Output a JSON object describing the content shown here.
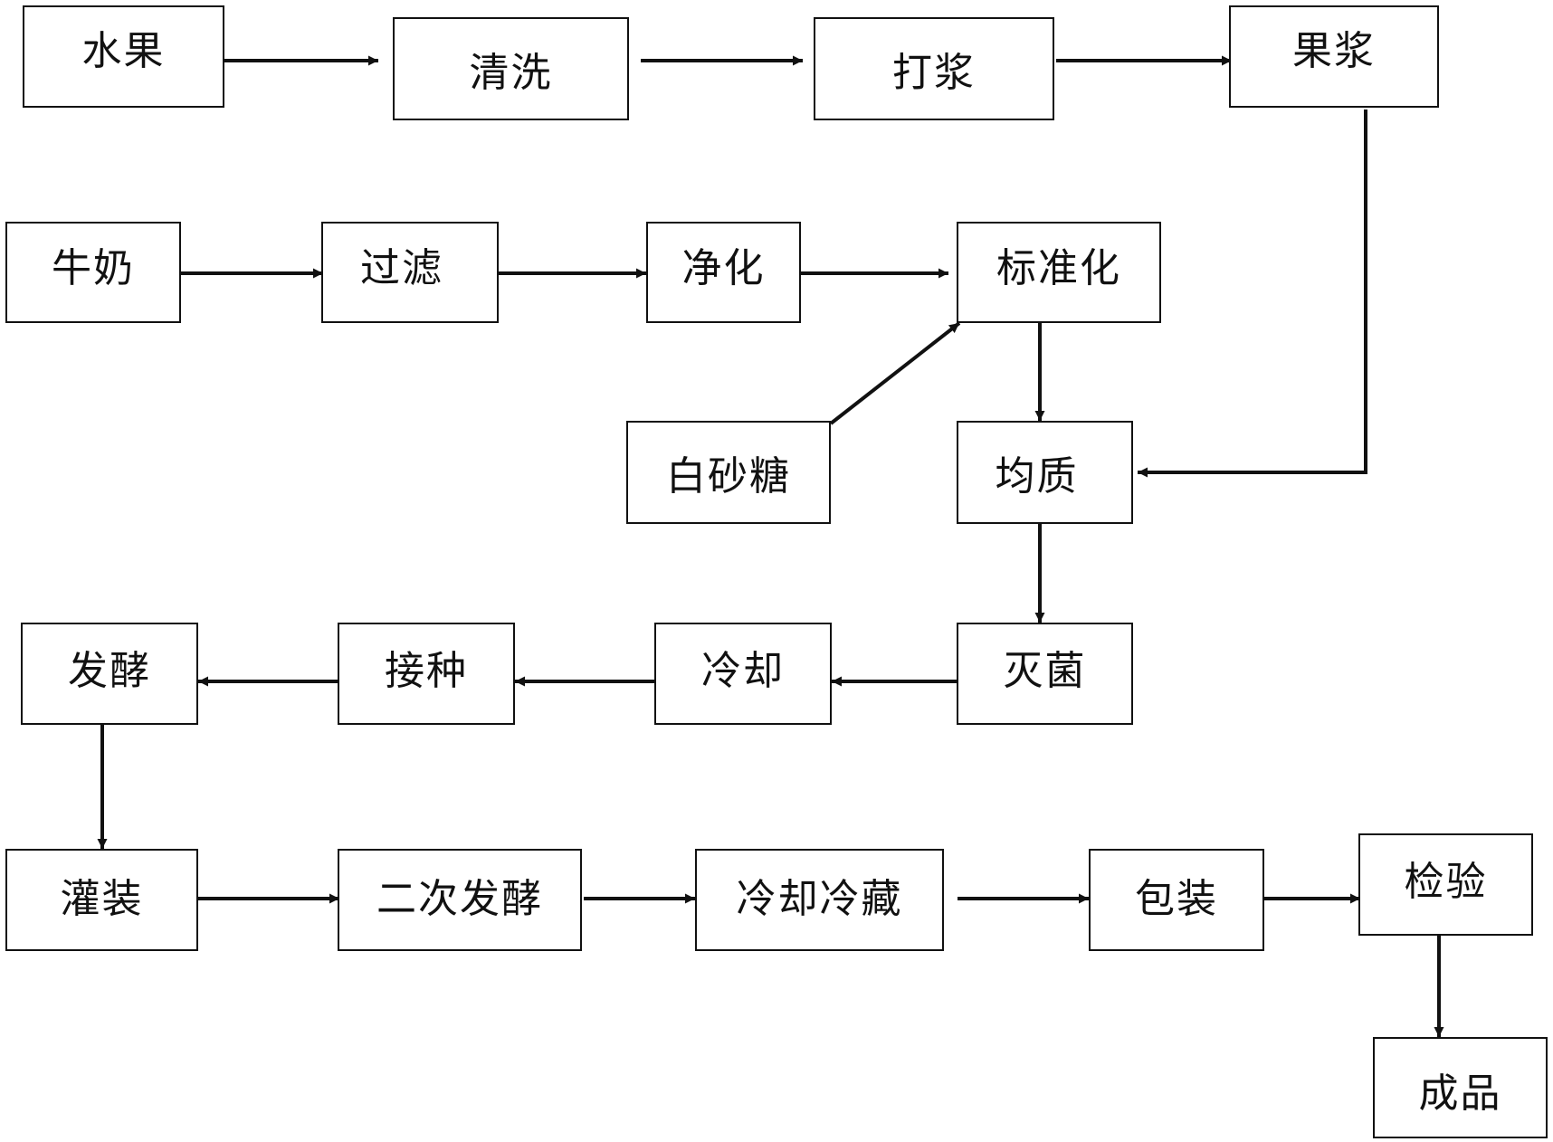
{
  "nodes": {
    "fruit": "水果",
    "wash": "清洗",
    "pulp": "打浆",
    "fruit_pulp": "果浆",
    "milk": "牛奶",
    "filter": "过滤",
    "purify": "净化",
    "standardize": "标准化",
    "sugar": "白砂糖",
    "homogenize": "均质",
    "sterilize": "灭菌",
    "cool": "冷却",
    "inoculate": "接种",
    "ferment": "发酵",
    "fill": "灌装",
    "second_ferment": "二次发酵",
    "cool_refrigerate": "冷却冷藏",
    "package": "包装",
    "inspect": "检验",
    "product": "成品"
  }
}
